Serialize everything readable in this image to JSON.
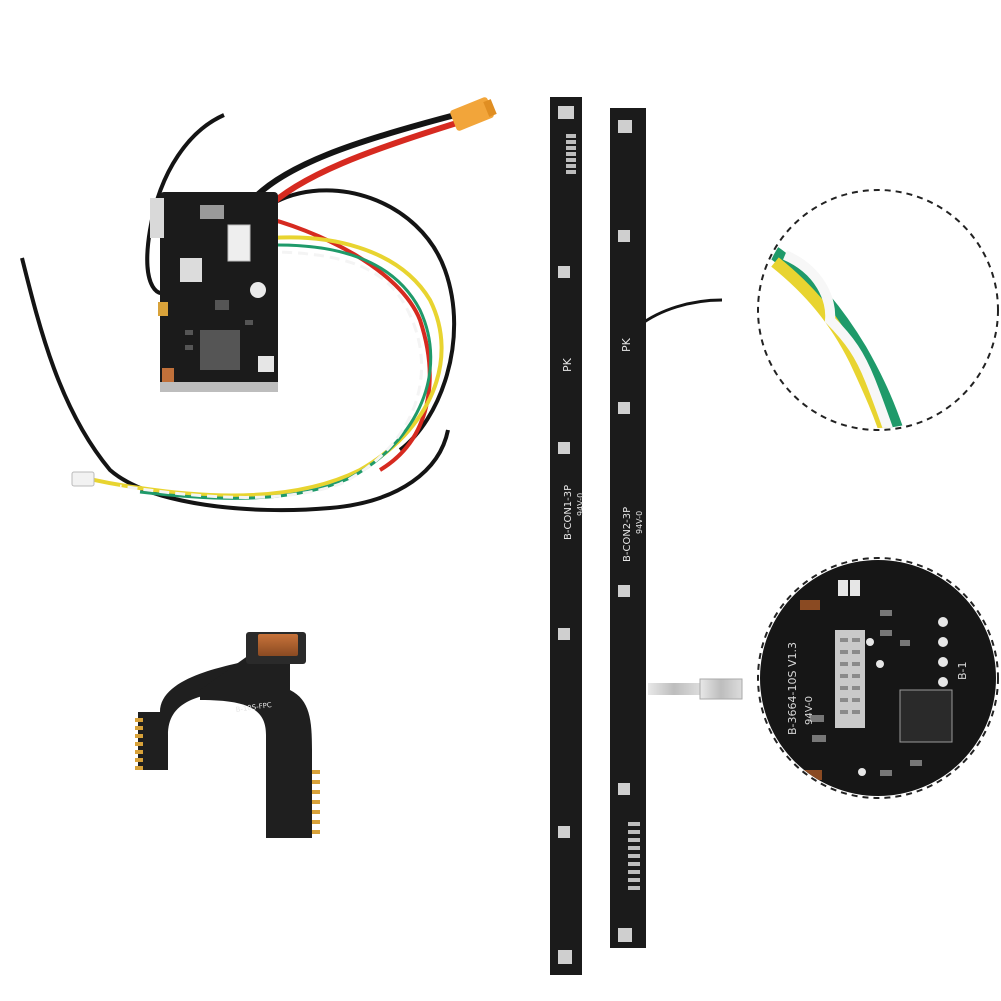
{
  "product_photo": {
    "strip_left": {
      "label_pk": "PK",
      "label_part": "B-CON1-3P",
      "label_rating": "94V-0"
    },
    "strip_right": {
      "label_pk": "PK",
      "label_part": "B-CON2-3P",
      "label_rating": "94V-0"
    },
    "flex_cable": {
      "label": "B-10S-FPC"
    },
    "zoom_board": {
      "label_part": "B-3664-10S V1.3",
      "label_rating": "94V-0",
      "label_side": "B-1"
    },
    "colors": {
      "pcb": "#1b1b1b",
      "wire_red": "#d62a20",
      "wire_yellow": "#e8d430",
      "wire_green": "#1f9a6a",
      "connector": "#f2a53a",
      "pad_gold": "#d8a23a"
    }
  }
}
